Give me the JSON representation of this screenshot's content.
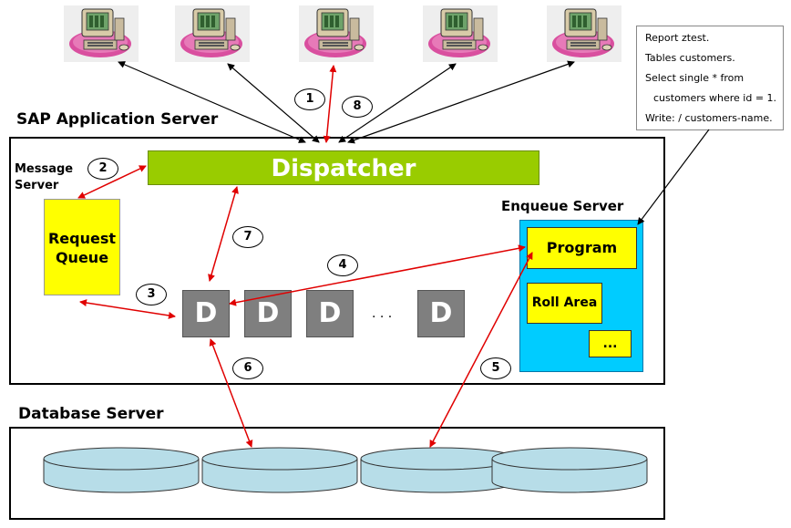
{
  "colors": {
    "dispatcher": "#99cc00",
    "request_queue": "#ffff00",
    "enqueue_server": "#00ccff",
    "program": "#ffff00",
    "roll_area": "#ffff00",
    "work_process": "#7f7f7f",
    "database": "#b7dde8",
    "arrow_red": "#e00000",
    "arrow_black": "#000000"
  },
  "workstations": [
    "computer-icon",
    "computer-icon",
    "computer-icon",
    "computer-icon",
    "computer-icon"
  ],
  "code_note": {
    "lines": [
      "Report ztest.",
      "Tables customers.",
      "Select single * from",
      "customers where id = 1.",
      "Write: / customers-name."
    ]
  },
  "app_server": {
    "title": "SAP Application  Server",
    "dispatcher": "Dispatcher",
    "message_server": "Message\nServer",
    "request_queue": "Request\nQueue",
    "work_processes": [
      "D",
      "D",
      "D",
      "D"
    ],
    "ellipsis": ". . .",
    "enqueue_server": {
      "title": "Enqueue Server",
      "program": "Program",
      "roll_area": "Roll Area",
      "more": "..."
    }
  },
  "database_server": {
    "title": "Database Server",
    "disks": 4
  },
  "steps": [
    "1",
    "2",
    "3",
    "4",
    "5",
    "6",
    "7",
    "8"
  ]
}
